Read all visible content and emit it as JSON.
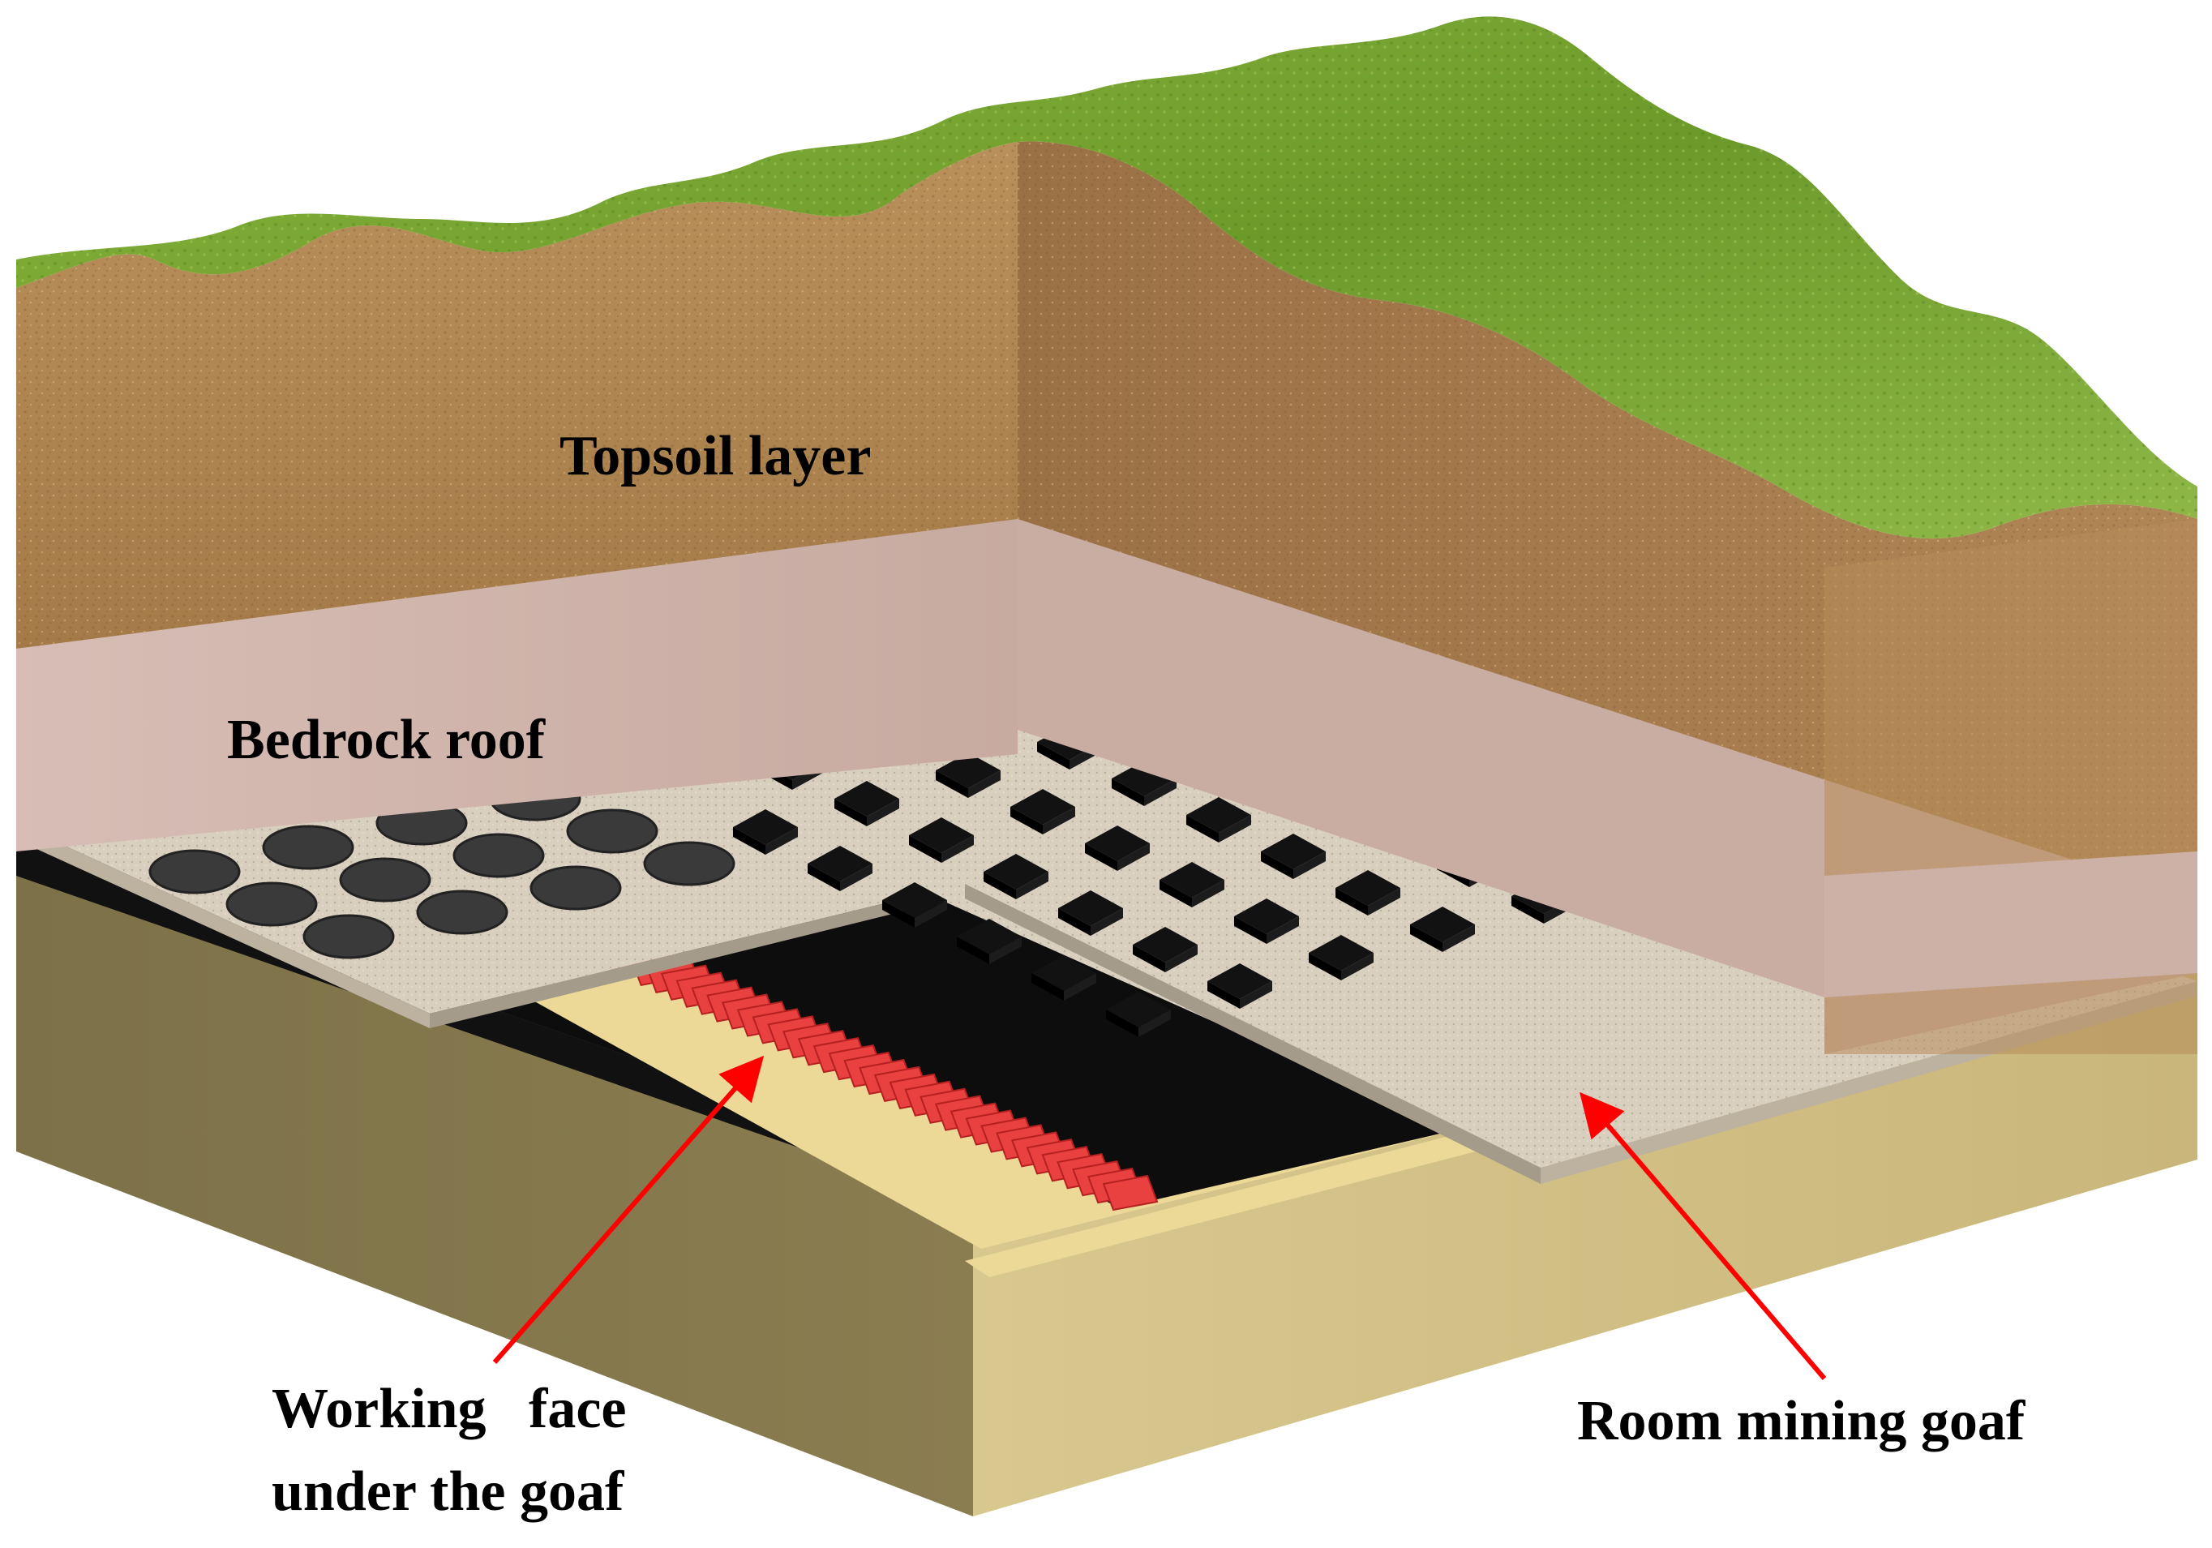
{
  "labels": {
    "topsoil": "Topsoil layer",
    "bedrock": "Bedrock roof",
    "working_face_line1": "Working   face",
    "working_face_line2": "under the goaf",
    "room_goaf": "Room mining goaf"
  },
  "colors": {
    "grass": "#6f9a2e",
    "soil": "#b08651",
    "bedrock": "#cdb1a8",
    "coal": "#0d0d0d",
    "pillar_slab": "#d9cfbf",
    "base": "#cdbb80",
    "working_face": "#e23b3b",
    "arrow": "#ff0000"
  }
}
